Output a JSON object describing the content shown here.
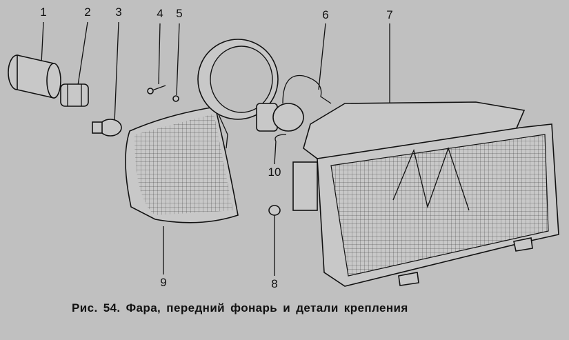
{
  "diagram": {
    "callouts": [
      {
        "id": "1",
        "text": "1"
      },
      {
        "id": "2",
        "text": "2"
      },
      {
        "id": "3",
        "text": "3"
      },
      {
        "id": "4",
        "text": "4"
      },
      {
        "id": "5",
        "text": "5"
      },
      {
        "id": "6",
        "text": "6"
      },
      {
        "id": "7",
        "text": "7"
      },
      {
        "id": "8",
        "text": "8"
      },
      {
        "id": "9",
        "text": "9"
      },
      {
        "id": "10",
        "text": "10"
      }
    ],
    "caption": "Рис. 54. Фара, передний фонарь и детали крепления"
  }
}
